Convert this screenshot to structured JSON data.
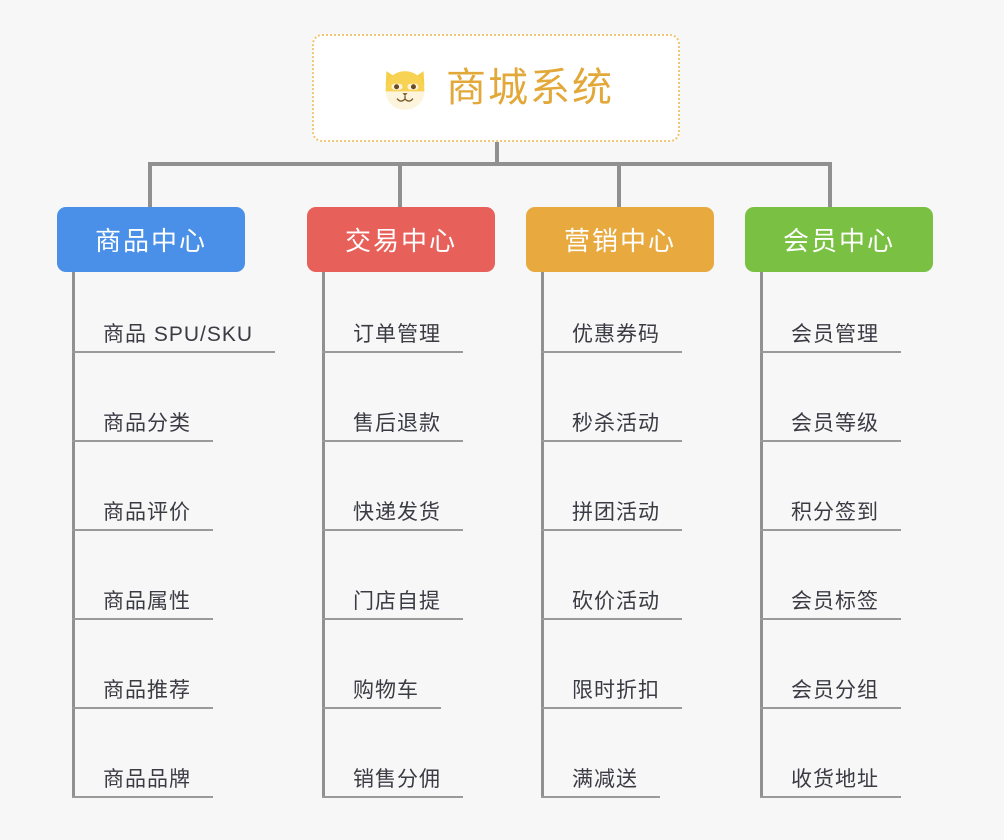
{
  "background_color": "#f7f7f7",
  "root": {
    "title": "商城系统",
    "icon": "shiba-dog-face-icon",
    "text_color": "#e3a83a",
    "border_color": "#f0c674",
    "fill_color": "#ffffff"
  },
  "connector": {
    "color": "#909090"
  },
  "columns": [
    {
      "id": "product-center",
      "header": "商品中心",
      "color": "#4a90e8",
      "leaves": [
        "商品 SPU/SKU",
        "商品分类",
        "商品评价",
        "商品属性",
        "商品推荐",
        "商品品牌"
      ]
    },
    {
      "id": "trade-center",
      "header": "交易中心",
      "color": "#e8605a",
      "leaves": [
        "订单管理",
        "售后退款",
        "快递发货",
        "门店自提",
        "购物车",
        "销售分佣"
      ]
    },
    {
      "id": "marketing-center",
      "header": "营销中心",
      "color": "#e8a93f",
      "leaves": [
        "优惠券码",
        "秒杀活动",
        "拼团活动",
        "砍价活动",
        "限时折扣",
        "满减送"
      ]
    },
    {
      "id": "member-center",
      "header": "会员中心",
      "color": "#7ac143",
      "leaves": [
        "会员管理",
        "会员等级",
        "积分签到",
        "会员标签",
        "会员分组",
        "收货地址"
      ]
    }
  ]
}
